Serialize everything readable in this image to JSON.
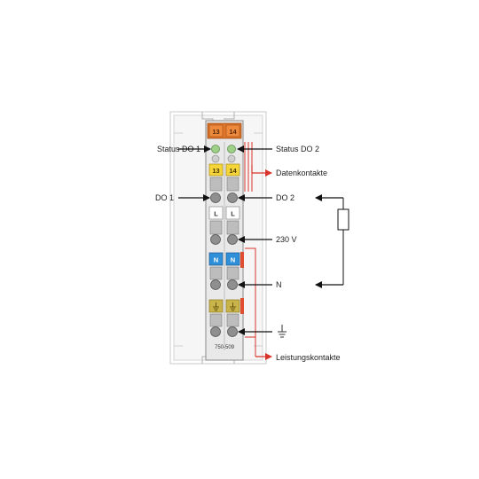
{
  "labels": {
    "status_do1": "Status DO 1",
    "status_do2": "Status DO 2",
    "datenkontakte": "Datenkontakte",
    "do1": "DO 1",
    "do2": "DO 2",
    "v230": "230 V",
    "n": "N",
    "leistungskontakte": "Leistungskontakte",
    "model": "750-509"
  },
  "tags": {
    "led_13": "13",
    "led_14": "14",
    "yellow_13": "13",
    "yellow_14": "14",
    "white_l1": "L",
    "white_l2": "L",
    "blue_n1": "N",
    "blue_n2": "N"
  },
  "icons": {
    "ground": "ground-icon"
  },
  "colors": {
    "led_header": "#e0762a",
    "yellow_tag": "#f5d53a",
    "blue_tag": "#2f8fd8",
    "ground_tag": "#c9b44a",
    "power_contact": "#e05030",
    "arrow_red": "#d9342b"
  }
}
